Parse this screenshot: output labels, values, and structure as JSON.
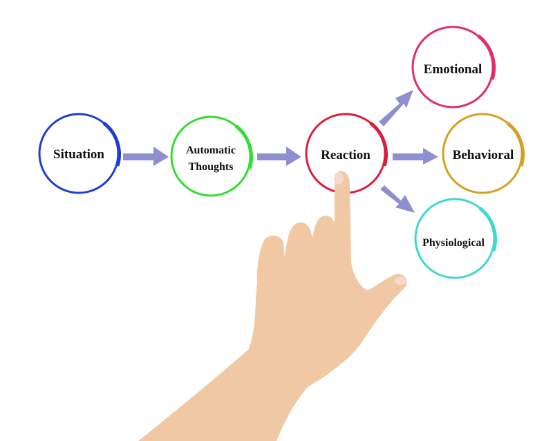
{
  "nodes": {
    "situation": {
      "label": "Situation",
      "color": "#1d3fcf"
    },
    "automatic_thoughts": {
      "line1": "Automatic",
      "line2": "Thoughts",
      "color": "#35dc35"
    },
    "reaction": {
      "label": "Reaction",
      "color": "#d81e3c"
    },
    "emotional": {
      "label": "Emotional",
      "color": "#e22d6c"
    },
    "behavioral": {
      "label": "Behavioral",
      "color": "#d4a021"
    },
    "physiological": {
      "label": "Physiological",
      "color": "#3fd8cf"
    }
  },
  "arrow_color": "#8e8fd0",
  "skin_color": "#f1c8a4"
}
